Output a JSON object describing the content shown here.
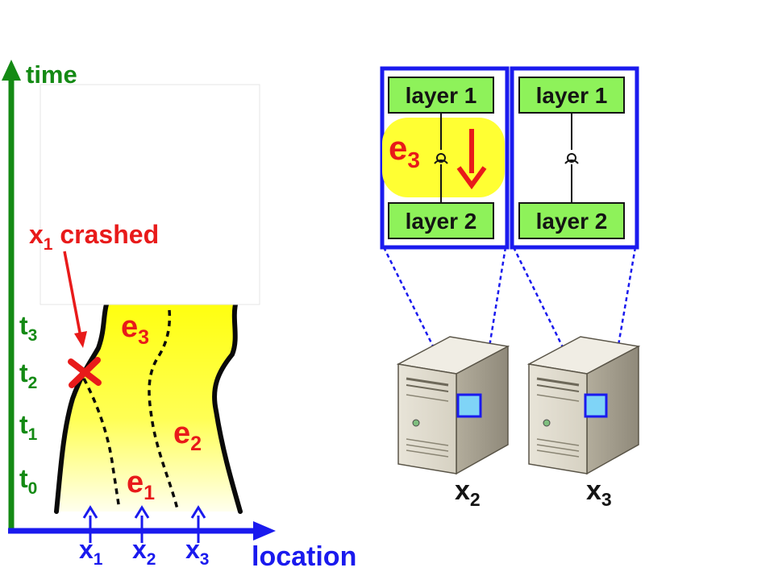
{
  "timeline": {
    "time_label": "time",
    "location_label": "location",
    "time_ticks": [
      {
        "base": "t",
        "sub": "3"
      },
      {
        "base": "t",
        "sub": "2"
      },
      {
        "base": "t",
        "sub": "1"
      },
      {
        "base": "t",
        "sub": "0"
      }
    ],
    "location_ticks": [
      {
        "base": "x",
        "sub": "1"
      },
      {
        "base": "x",
        "sub": "2"
      },
      {
        "base": "x",
        "sub": "3"
      }
    ],
    "epochs": [
      {
        "base": "e",
        "sub": "3"
      },
      {
        "base": "e",
        "sub": "2"
      },
      {
        "base": "e",
        "sub": "1"
      }
    ],
    "crash": {
      "base": "x",
      "sub": "1",
      "suffix": " crashed"
    }
  },
  "servers": [
    {
      "base": "x",
      "sub": "2",
      "layers": [
        "layer 1",
        "layer 2"
      ],
      "epoch": {
        "base": "e",
        "sub": "3"
      }
    },
    {
      "base": "x",
      "sub": "3",
      "layers": [
        "layer 1",
        "layer 2"
      ]
    }
  ],
  "colors": {
    "time_axis": "#148a14",
    "location_axis": "#1a1aee",
    "epoch_fill": "#ffff33",
    "crash": "#e81a1a",
    "layer_fill": "#8ef25a",
    "server_box_border": "#1a1aee",
    "network_box": "#7fd4f7"
  }
}
